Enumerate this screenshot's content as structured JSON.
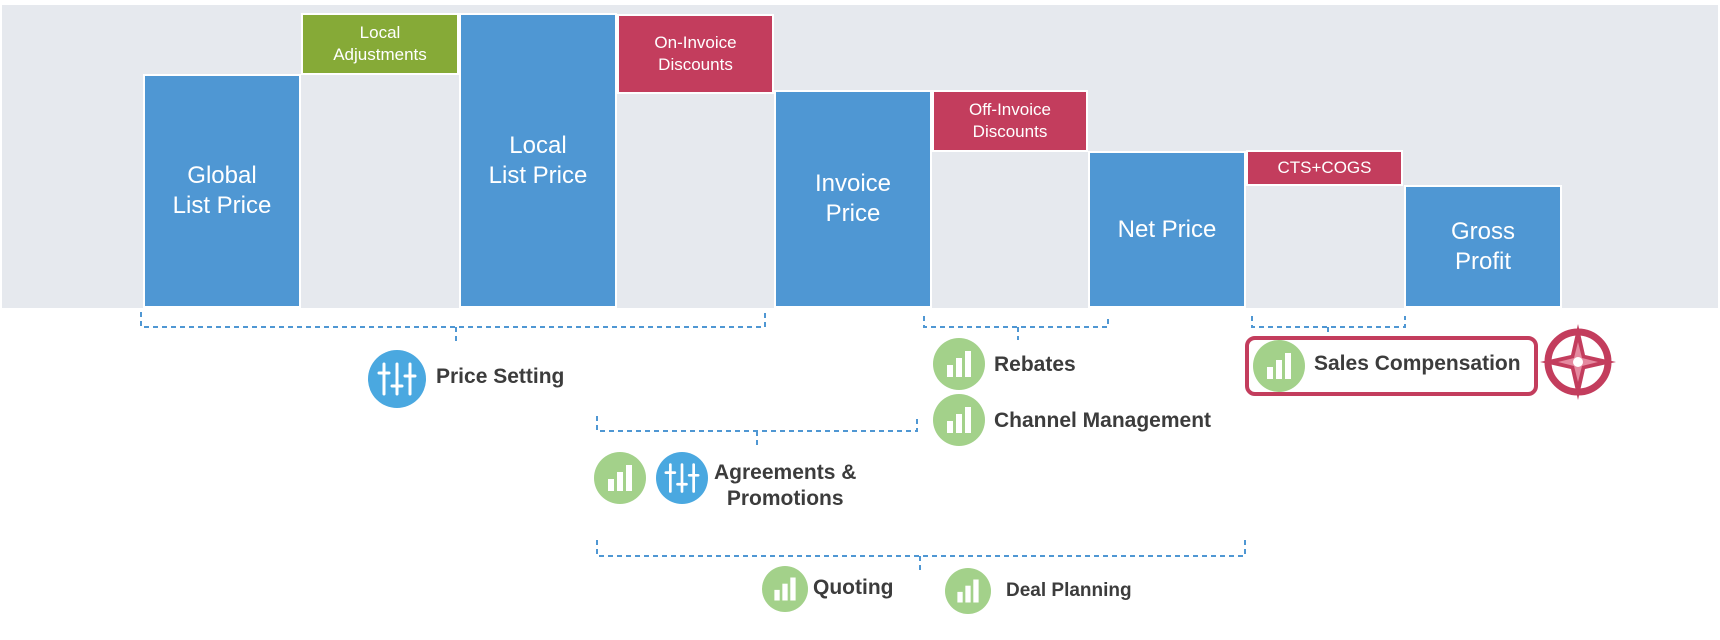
{
  "colors": {
    "background_band": "#e6e9ee",
    "price_bar": "#4f97d3",
    "adjustment_green": "#86aa37",
    "discount_red": "#c33d5d",
    "bracket": "#4f97d3",
    "icon_blue": "#4aa8e0",
    "icon_green": "#a3d18a",
    "label_text": "#3c3c3c"
  },
  "waterfall": {
    "global_list_price": "Global\nList Price",
    "local_adjustments": "Local\nAdjustments",
    "local_list_price": "Local\nList Price",
    "on_invoice_discounts": "On-Invoice\nDiscounts",
    "invoice_price": "Invoice\nPrice",
    "off_invoice_discounts": "Off-Invoice\nDiscounts",
    "net_price": "Net Price",
    "cts_cogs": "CTS+COGS",
    "gross_profit": "Gross\nProfit"
  },
  "capabilities": {
    "price_setting": "Price Setting",
    "rebates": "Rebates",
    "channel_management": "Channel Management",
    "sales_compensation": "Sales Compensation",
    "agreements_promotions": "Agreements &\nPromotions",
    "quoting": "Quoting",
    "deal_planning": "Deal Planning"
  },
  "icons": {
    "price_setting": "sliders-icon",
    "rebates": "bar-chart-icon",
    "channel_management": "bar-chart-icon",
    "sales_compensation": "bar-chart-icon",
    "sales_compensation_badge": "compass-icon",
    "agreements_chart": "bar-chart-icon",
    "agreements_sliders": "sliders-icon",
    "quoting": "bar-chart-icon",
    "deal_planning": "bar-chart-icon"
  }
}
